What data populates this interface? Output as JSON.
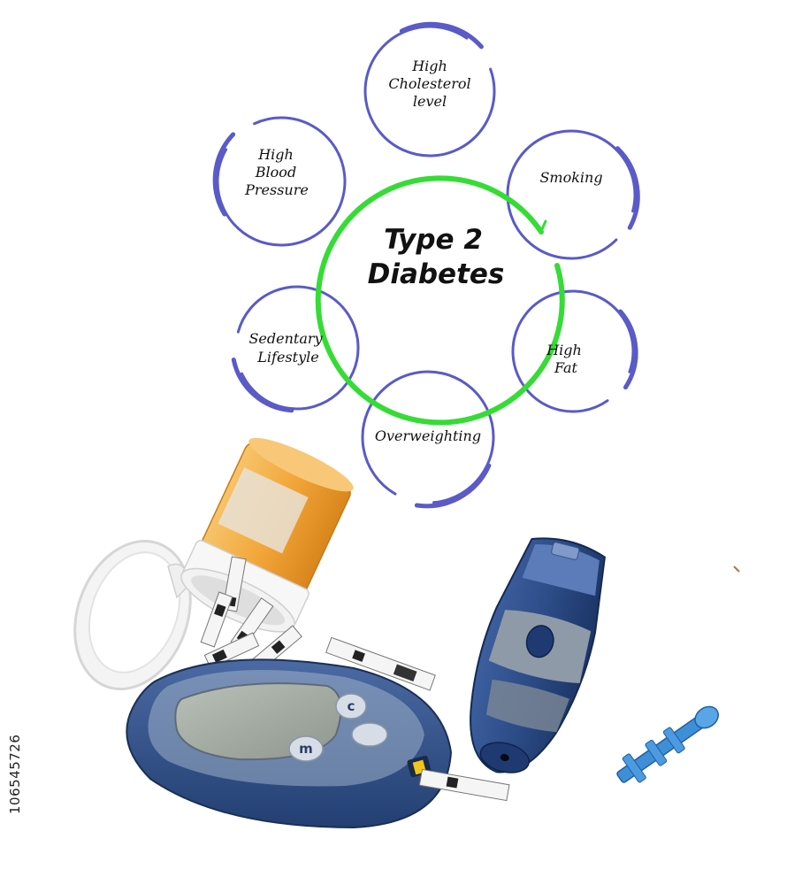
{
  "diagram": {
    "center": {
      "line1": "Type 2",
      "line2": "Diabetes"
    },
    "factors": [
      {
        "lines": [
          "High",
          "Cholesterol",
          "level"
        ]
      },
      {
        "lines": [
          "Smoking"
        ]
      },
      {
        "lines": [
          "High",
          "Fat"
        ]
      },
      {
        "lines": [
          "Overweighting"
        ]
      },
      {
        "lines": [
          "Sedentary",
          "Lifestyle"
        ]
      },
      {
        "lines": [
          "High",
          "Blood",
          "Pressure"
        ]
      }
    ]
  },
  "colors": {
    "center_ring": "#35dc35",
    "factor_ring": "#5a5ac8",
    "meter_body": "#2f4f86",
    "pill_bottle": "#f2a63a",
    "lancet": "#3f8fd6"
  },
  "photo": {
    "objects": [
      "pill-bottle",
      "test-strips",
      "glucose-meter",
      "lancing-device",
      "lancet"
    ],
    "meter_buttons": [
      "c",
      "m"
    ]
  },
  "stock_id": "106545726"
}
